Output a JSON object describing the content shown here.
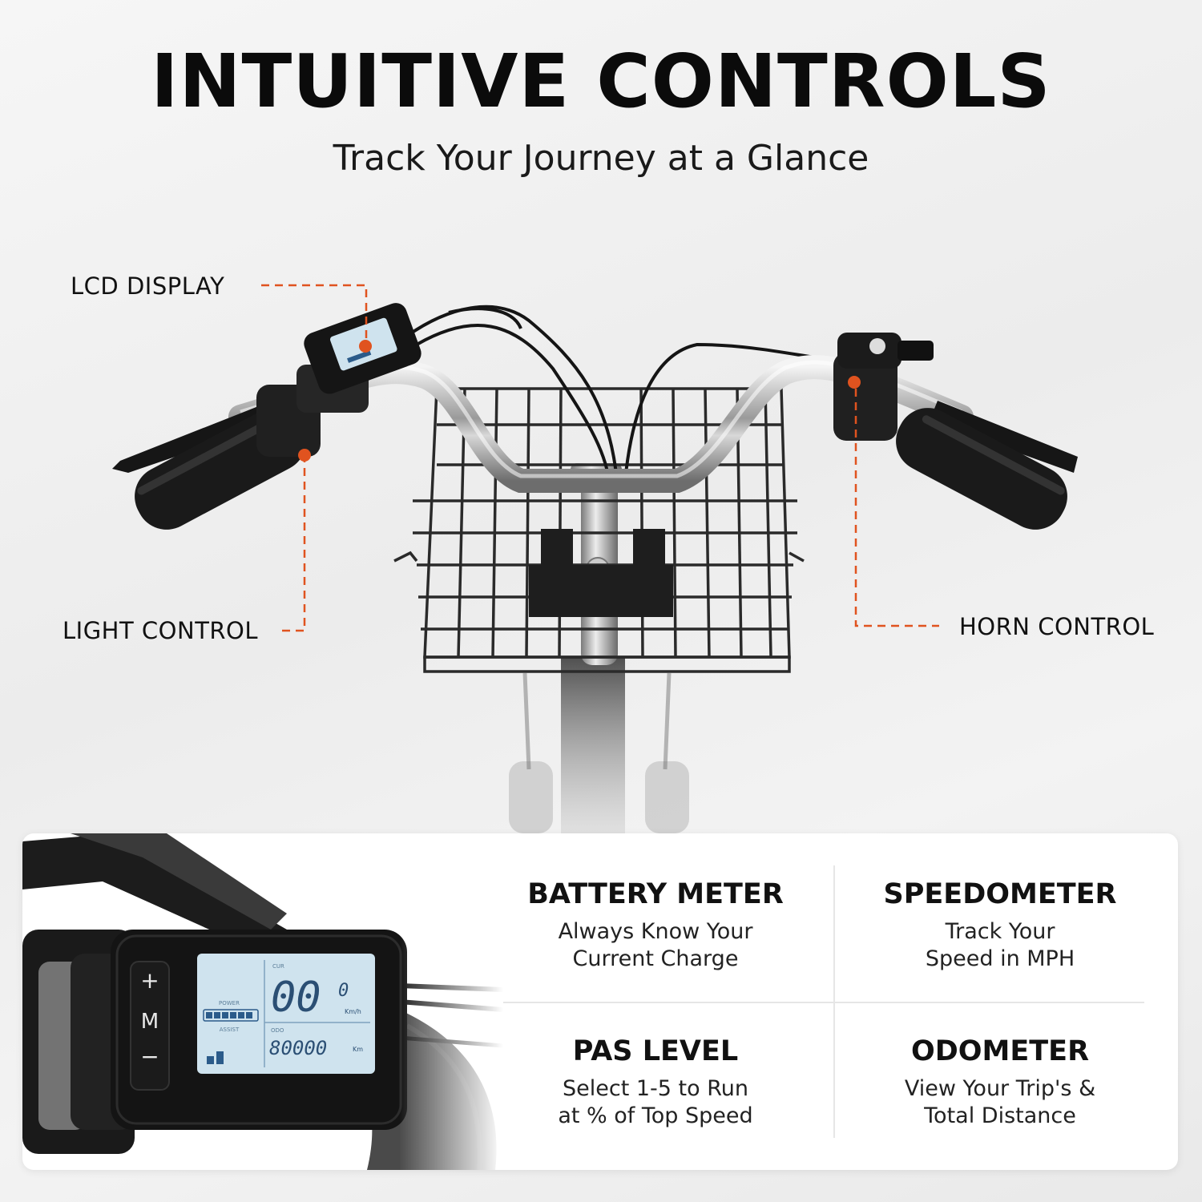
{
  "header": {
    "title": "INTUITIVE CONTROLS",
    "subtitle": "Track Your Journey at a Glance"
  },
  "callouts": {
    "lcd": "LCD DISPLAY",
    "light": "LIGHT CONTROL",
    "horn": "HORN CONTROL"
  },
  "colors": {
    "accent": "#e0531f",
    "lcd_screen": "#cfe3ee"
  },
  "display": {
    "buttons": [
      "+",
      "M",
      "−"
    ],
    "power_label": "POWER",
    "assist_label": "ASSIST",
    "cur_label": "CUR",
    "speed": "00",
    "speed_decimal": "0",
    "speed_unit": "Km/h",
    "odo_label": "ODO",
    "odometer": "80000",
    "odo_unit": "Km"
  },
  "features": [
    {
      "title": "BATTERY METER",
      "line1": "Always Know Your",
      "line2": "Current Charge"
    },
    {
      "title": "SPEEDOMETER",
      "line1": "Track Your",
      "line2": "Speed in MPH"
    },
    {
      "title": "PAS LEVEL",
      "line1": "Select 1-5 to Run",
      "line2": "at % of Top Speed"
    },
    {
      "title": "ODOMETER",
      "line1": "View Your Trip's &",
      "line2": "Total Distance"
    }
  ]
}
